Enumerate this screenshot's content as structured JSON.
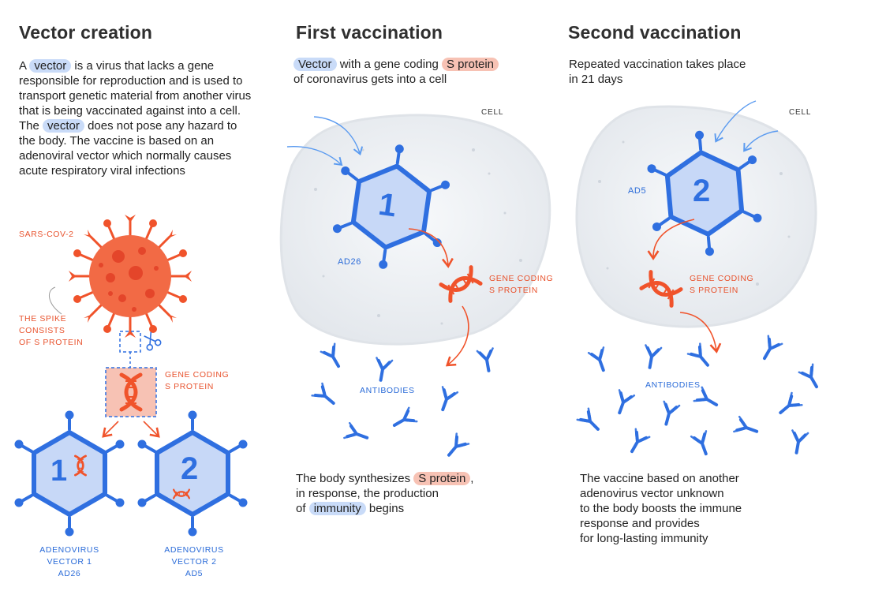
{
  "col1": {
    "heading": "Vector creation",
    "para": {
      "p1": "A",
      "vector1": "vector",
      "p2": "is a virus that lacks a gene responsible for reproduction and is used to transport genetic material from another virus that is being vaccinated against into a cell.",
      "p3": "The",
      "vector2": "vector",
      "p4": "does not pose any hazard to the body. The vaccine is based on an adenoviral vector which normally causes acute respiratory viral infections"
    },
    "sars_label": "SARS-COV-2",
    "spike_label": [
      "THE SPIKE",
      "CONSISTS",
      "OF S PROTEIN"
    ],
    "gene_label": [
      "GENE CODING",
      "S PROTEIN"
    ],
    "vector1_number": "1",
    "vector2_number": "2",
    "vector1_label": [
      "ADENOVIRUS",
      "VECTOR 1",
      "AD26"
    ],
    "vector2_label": [
      "ADENOVIRUS",
      "VECTOR 2",
      "AD5"
    ]
  },
  "col2": {
    "heading": "First vaccination",
    "intro": {
      "vector": "Vector",
      "p1": "with a gene coding",
      "sprotein": "S protein",
      "p2": "of coronavirus gets into a cell"
    },
    "cell_label": "CELL",
    "virus_number": "1",
    "virus_label": "AD26",
    "gene_label": [
      "GENE CODING",
      "S PROTEIN"
    ],
    "antibodies_label": "ANTIBODIES",
    "outro": {
      "p1": "The body synthesizes",
      "sprotein": "S protein",
      "p2": ",",
      "p3": "in response, the production",
      "p4": "of",
      "immunity": "immunity",
      "p5": "begins"
    }
  },
  "col3": {
    "heading": "Second vaccination",
    "intro": [
      "Repeated vaccination takes place",
      "in 21 days"
    ],
    "cell_label": "CELL",
    "virus_number": "2",
    "virus_label": "AD5",
    "gene_label": [
      "GENE CODING",
      "S PROTEIN"
    ],
    "antibodies_label": "ANTIBODIES",
    "outro": [
      "The vaccine based on another",
      "adenovirus vector unknown",
      "to the body boosts the immune",
      "response and provides",
      "for long-lasting immunity"
    ]
  },
  "colors": {
    "blue": "#2f6fe0",
    "blue_light": "#c7d8f7",
    "red": "#f0532b",
    "red_light": "#f7c2b4",
    "cell": "#eaedf0"
  },
  "icons": [
    "coronavirus-icon",
    "dna-icon",
    "scissors-icon",
    "adenovirus-icon",
    "antibody-icon",
    "cell-icon",
    "arrow-icon"
  ]
}
